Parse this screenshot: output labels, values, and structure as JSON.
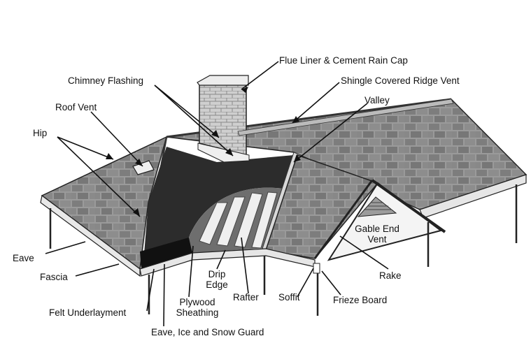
{
  "labels": {
    "flue_liner": "Flue Liner & Cement Rain Cap",
    "chimney_flashing": "Chimney Flashing",
    "ridge_vent": "Shingle Covered Ridge Vent",
    "valley": "Valley",
    "roof_vent": "Roof Vent",
    "hip": "Hip",
    "eave": "Eave",
    "fascia": "Fascia",
    "felt_underlayment": "Felt Underlayment",
    "plywood_line1": "Plywood",
    "plywood_line2": "Sheathing",
    "drip_line1": "Drip",
    "drip_line2": "Edge",
    "rafter": "Rafter",
    "soffit": "Soffit",
    "frieze_board": "Frieze Board",
    "rake": "Rake",
    "gable_line1": "Gable End",
    "gable_line2": "Vent",
    "eave_guard": "Eave, Ice and Snow Guard"
  },
  "colors": {
    "shingle_dark": "#8a8a8a",
    "shingle_light": "#b4b4b4",
    "felt": "#2c2c2c",
    "plywood": "#6e6e6e",
    "ink": "#111111"
  }
}
